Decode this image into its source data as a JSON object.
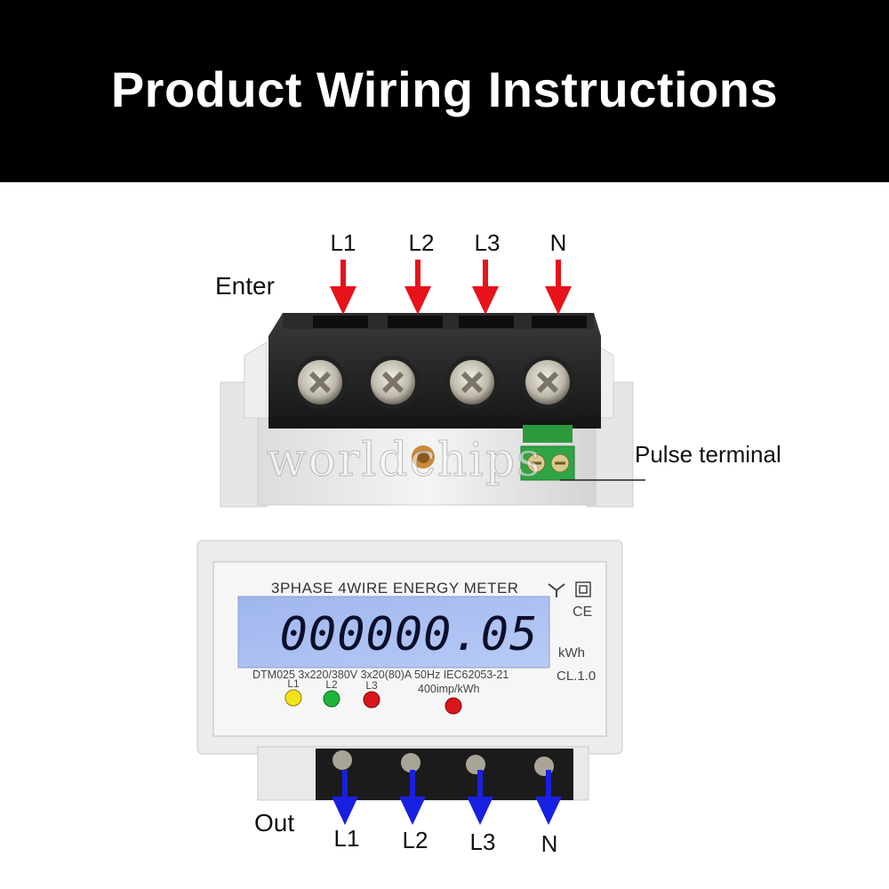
{
  "title": "Product Wiring Instructions",
  "input": {
    "label": "Enter",
    "terminals": [
      "L1",
      "L2",
      "L3",
      "N"
    ]
  },
  "output": {
    "label": "Out",
    "terminals": [
      "L1",
      "L2",
      "L3",
      "N"
    ]
  },
  "pulse_label": "Pulse terminal",
  "watermark": "worldchips",
  "meter": {
    "name": "3PHASE 4WIRE ENERGY METER",
    "reading": "000000.05",
    "unit": "kWh",
    "ce_mark": "CE",
    "accuracy_class": "CL.1.0",
    "specs": "DTM025   3x220/380V   3x20(80)A   50Hz   IEC62053-21",
    "impulse": "400imp/kWh",
    "led_labels": [
      "L1",
      "L2",
      "L3"
    ]
  },
  "colors": {
    "input_arrow": "#e8121b",
    "output_arrow": "#1820e0",
    "banner_bg": "#000000",
    "lcd": "#a9bff2",
    "led_l1": "#f5e21a",
    "led_l2": "#1fb53a",
    "led_l3": "#d8161c",
    "led_pulse": "#d8161c"
  },
  "icons": [
    "star-connection-icon",
    "double-insulation-icon"
  ]
}
